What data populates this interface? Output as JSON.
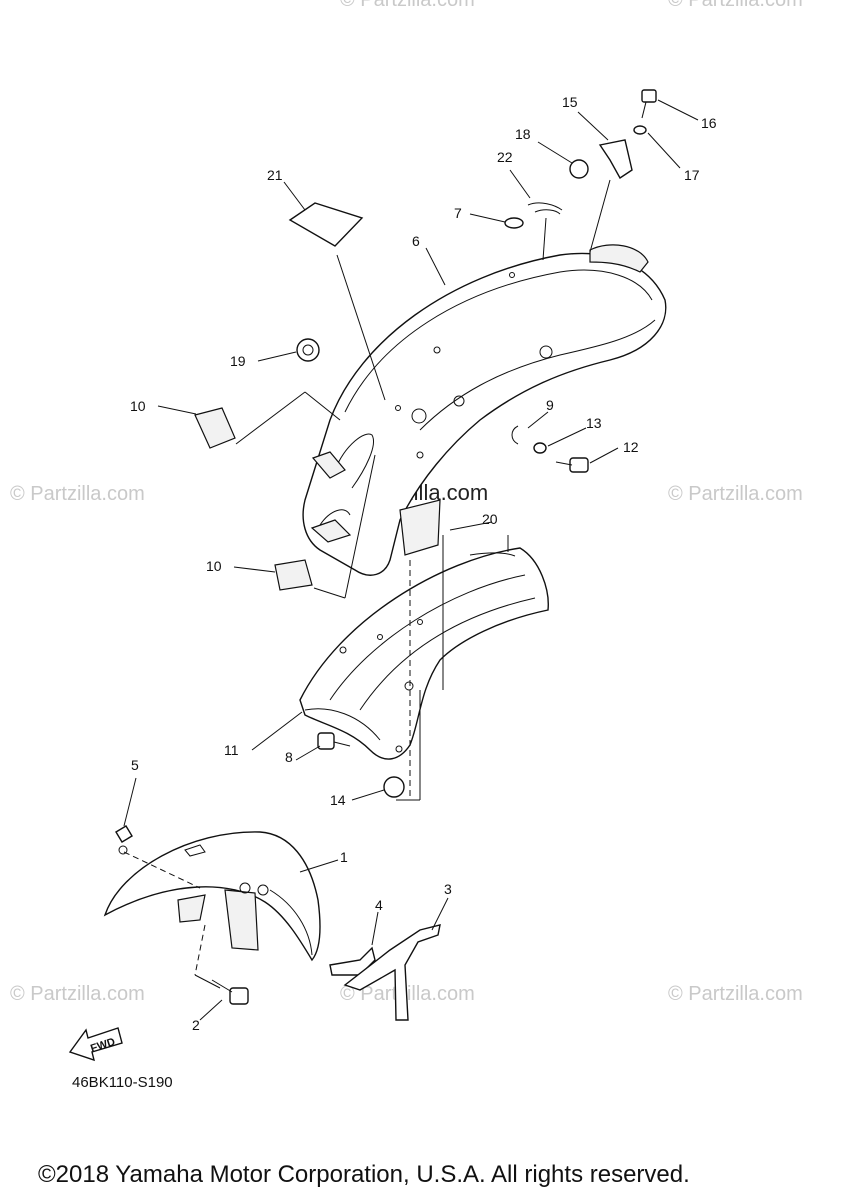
{
  "diagram": {
    "code": "46BK110-S190",
    "copyright": "©2018 Yamaha Motor Corporation, U.S.A. All rights reserved.",
    "fwd_label": "FWD",
    "watermark_center": "© Partzilla.com",
    "watermarks": [
      "© Partzilla.com",
      "© Partzilla.com",
      "© Partzilla.com",
      "© Partzilla.com",
      "© Partzilla.com",
      "© Partzilla.com",
      "© Partzilla.com"
    ],
    "callouts": [
      "1",
      "2",
      "3",
      "4",
      "5",
      "6",
      "7",
      "8",
      "9",
      "10",
      "10",
      "11",
      "12",
      "13",
      "14",
      "15",
      "16",
      "17",
      "18",
      "19",
      "20",
      "21",
      "22"
    ]
  }
}
